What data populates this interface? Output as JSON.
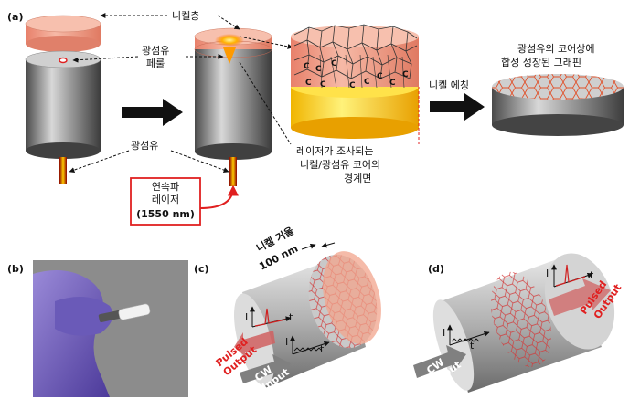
{
  "panels": {
    "a": {
      "letter": "(a)",
      "nickel_layer": "니켈층",
      "fiber_end_1": "광섬유",
      "fiber_end_2": "페룰",
      "fiber": "광섬유",
      "laser_1": "연속파",
      "laser_2": "레이저",
      "laser_3": "(1550  nm)",
      "interface_1": "레이저가 조사되는",
      "interface_2": "니켈/광섬유 코어의",
      "interface_3": "경계면",
      "etching": "니켈 에칭",
      "graphene_1": "광섬유의 코어상에",
      "graphene_2": "합성 성장된 그래핀",
      "c_letters": [
        "C",
        "C",
        "C",
        "C",
        "C",
        "C",
        "C",
        "C",
        "C",
        "C"
      ]
    },
    "b": {
      "letter": "(b)"
    },
    "c": {
      "letter": "(c)",
      "thickness_1": "니켈 거울",
      "thickness_2": "100 nm",
      "axis_i1": "I",
      "axis_t1": "t",
      "axis_i2": "I",
      "axis_t2": "t",
      "pulsed_1": "Pulsed",
      "pulsed_2": "Output",
      "cw_1": "CW",
      "cw_2": "Input"
    },
    "d": {
      "letter": "(d)",
      "axis_i1": "I",
      "axis_t1": "t",
      "axis_i2": "I",
      "axis_t2": "t",
      "pulsed_1": "Pulsed",
      "pulsed_2": "Output",
      "cw_1": "CW",
      "cw_2": "Input"
    }
  },
  "colors": {
    "nickel": "#f2a48c",
    "cylinder": "#808080",
    "laser": "#e02020",
    "arrow_red": "#d64040"
  }
}
